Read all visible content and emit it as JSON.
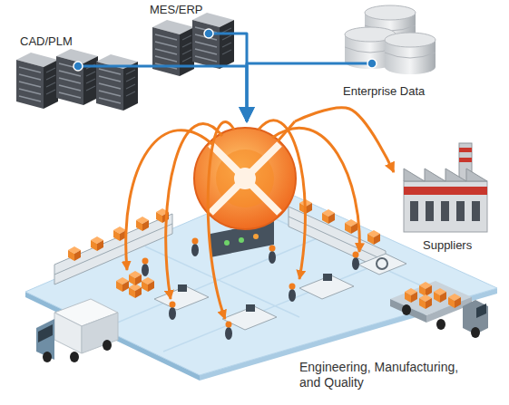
{
  "diagram": {
    "nodes": [
      {
        "text": [
          "CAD/PLM"
        ]
      },
      {
        "text": [
          "MES/ERP"
        ]
      },
      {
        "text": [
          "Enterprise Data"
        ]
      },
      {
        "text": [
          "Suppliers"
        ]
      },
      {
        "text": [
          "Engineering, Manufacturing, and Quality"
        ]
      }
    ],
    "edges": [
      {
        "from": 0,
        "to": 4,
        "arrow": "to"
      },
      {
        "from": 1,
        "to": 4,
        "arrow": "to"
      },
      {
        "from": 2,
        "to": 4,
        "arrow": "to"
      },
      {
        "from": 4,
        "to": 3,
        "arrow": "to"
      }
    ]
  }
}
